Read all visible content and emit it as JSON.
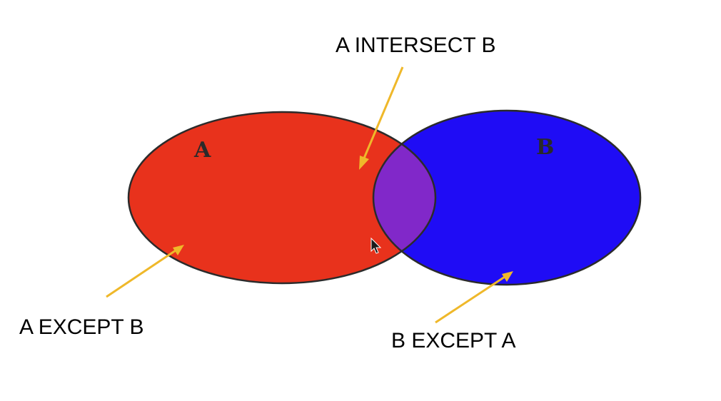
{
  "sets": {
    "a": {
      "label": "A",
      "color": "#e8321c"
    },
    "b": {
      "label": "B",
      "color": "#1f0cf5"
    }
  },
  "intersection": {
    "color": "#8128c9"
  },
  "outline_color": "#2b2b2b",
  "arrow_color": "#efb82a",
  "annotations": {
    "a_intersect_b": "A INTERSECT B",
    "a_except_b": "A EXCEPT B",
    "b_except_a": "B EXCEPT A"
  }
}
